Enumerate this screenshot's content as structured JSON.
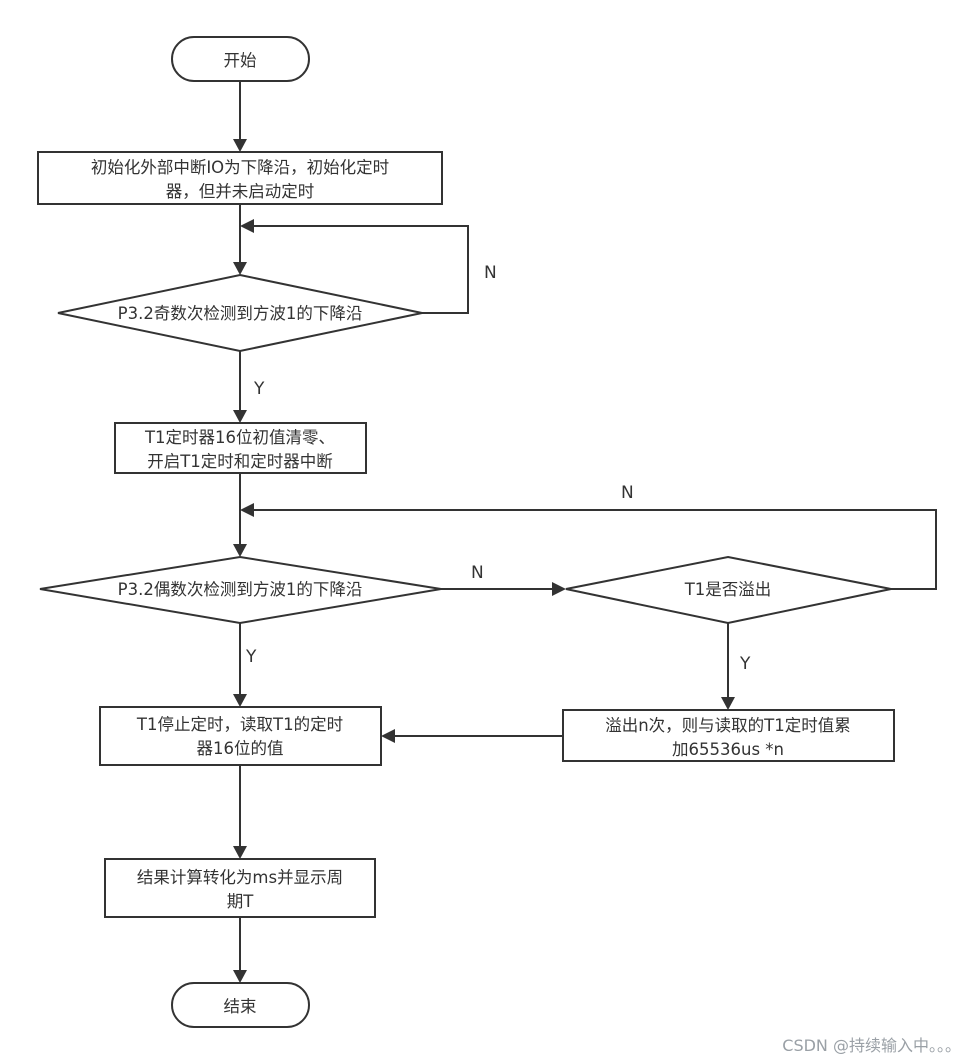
{
  "nodes": {
    "start": {
      "lines": [
        "开始"
      ]
    },
    "init": {
      "lines": [
        "初始化外部中断IO为下降沿，初始化定时",
        "器，但并未启动定时"
      ]
    },
    "odd_check": {
      "lines": [
        "P3.2奇数次检测到方波1的下降沿"
      ]
    },
    "reset_timer": {
      "lines": [
        "T1定时器16位初值清零、",
        "开启T1定时和定时器中断"
      ]
    },
    "even_check": {
      "lines": [
        "P3.2偶数次检测到方波1的下降沿"
      ]
    },
    "overflow_check": {
      "lines": [
        "T1是否溢出"
      ]
    },
    "overflow_accumulate": {
      "lines": [
        "溢出n次，则与读取的T1定时值累",
        "加65536us *n"
      ]
    },
    "stop_read": {
      "lines": [
        "T1停止定时，读取T1的定时",
        "器16位的值"
      ]
    },
    "compute": {
      "lines": [
        "结果计算转化为ms并显示周",
        "期T"
      ]
    },
    "end": {
      "lines": [
        "结束"
      ]
    }
  },
  "edge_labels": {
    "odd_no": "N",
    "odd_yes": "Y",
    "overflow_no": "N",
    "even_no": "N",
    "even_yes": "Y",
    "overflow_yes": "Y"
  },
  "watermark": "CSDN @持续输入中。。。"
}
